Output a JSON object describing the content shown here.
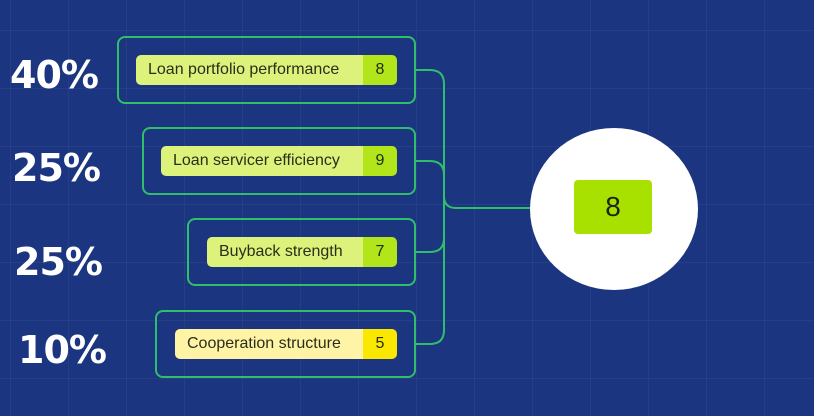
{
  "criteria": [
    {
      "weight": "40%",
      "label": "Loan portfolio performance",
      "score": "8"
    },
    {
      "weight": "25%",
      "label": "Loan servicer efficiency",
      "score": "9"
    },
    {
      "weight": "25%",
      "label": "Buyback strength",
      "score": "7"
    },
    {
      "weight": "10%",
      "label": "Cooperation structure",
      "score": "5"
    }
  ],
  "total_score": "8",
  "colors": {
    "background": "#1b3580",
    "frame": "#2fbf6a",
    "pill_green": "#dcf27a",
    "score_green": "#b3e61a",
    "pill_yellow": "#fff4a6",
    "score_yellow": "#fbe800",
    "total_box": "#a8e000"
  }
}
